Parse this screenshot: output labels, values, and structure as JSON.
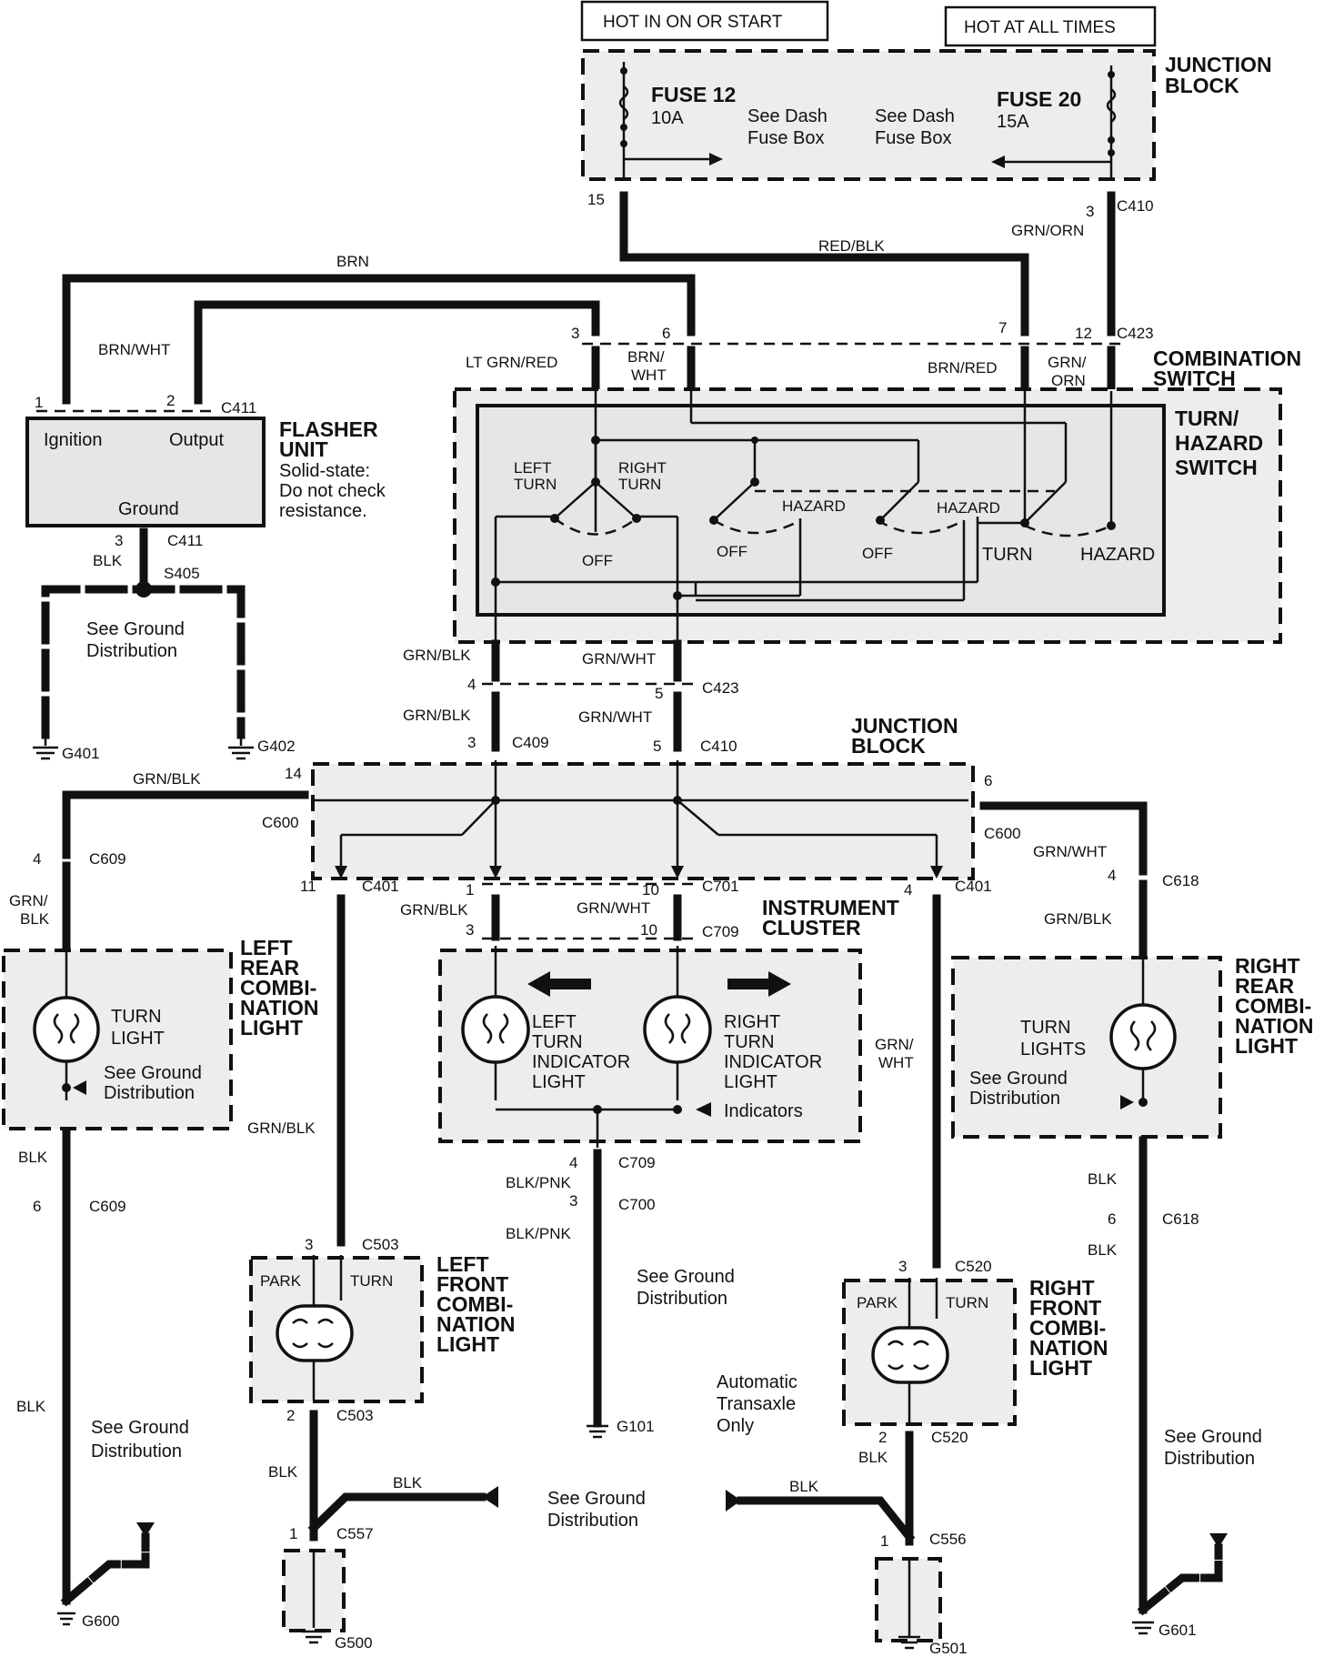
{
  "header": {
    "hot_in_on": "HOT IN ON OR START",
    "hot_all_times": "HOT AT ALL TIMES"
  },
  "junction_block_top": {
    "title_1": "JUNCTION",
    "title_2": "BLOCK",
    "fuse12_name": "FUSE 12",
    "fuse12_rating": "10A",
    "fuse20_name": "FUSE 20",
    "fuse20_rating": "15A",
    "see_dash_left_1": "See Dash",
    "see_dash_left_2": "Fuse Box",
    "see_dash_right_1": "See Dash",
    "see_dash_right_2": "Fuse Box"
  },
  "wires_top": {
    "pin15": "15",
    "pin3_c410": "3",
    "c410": "C410",
    "red_blk": "RED/BLK",
    "grn_orn": "GRN/ORN",
    "brn": "BRN",
    "brn_wht": "BRN/WHT",
    "pin3": "3",
    "pin6": "6",
    "pin7": "7",
    "pin12": "12",
    "c423_top": "C423",
    "lt_grn_red": "LT GRN/RED",
    "brn_wht_sw_1": "BRN/",
    "brn_wht_sw_2": "WHT",
    "brn_red": "BRN/RED",
    "grn_orn_sw_1": "GRN/",
    "grn_orn_sw_2": "ORN"
  },
  "combination_switch": {
    "title_1": "COMBINATION",
    "title_2": "SWITCH",
    "turn_hazard_1": "TURN/",
    "turn_hazard_2": "HAZARD",
    "turn_hazard_3": "SWITCH",
    "left_turn_1": "LEFT",
    "left_turn_2": "TURN",
    "right_turn_1": "RIGHT",
    "right_turn_2": "TURN",
    "hazard_a": "HAZARD",
    "hazard_b": "HAZARD",
    "off_a": "OFF",
    "off_b": "OFF",
    "off_c": "OFF",
    "turn": "TURN",
    "hazard": "HAZARD"
  },
  "flasher": {
    "title_1": "FLASHER",
    "title_2": "UNIT",
    "note_1": "Solid-state:",
    "note_2": "Do not check",
    "note_3": "resistance.",
    "ignition": "Ignition",
    "output": "Output",
    "ground": "Ground",
    "pin1": "1",
    "pin2": "2",
    "c411_top": "C411",
    "pin3": "3",
    "c411_bot": "C411",
    "blk": "BLK",
    "s405": "S405",
    "see_ground_1": "See Ground",
    "see_ground_2": "Distribution",
    "g401": "G401",
    "g402": "G402"
  },
  "mid_wires": {
    "grn_blk_a": "GRN/BLK",
    "grn_wht_a": "GRN/WHT",
    "pin4": "4",
    "pin5": "5",
    "c423": "C423",
    "grn_blk_b": "GRN/BLK",
    "grn_wht_b": "GRN/WHT",
    "pin3_c409": "3",
    "c409": "C409",
    "pin5_c410": "5",
    "c410": "C410"
  },
  "junction_block_mid": {
    "title_1": "JUNCTION",
    "title_2": "BLOCK",
    "pin14": "14",
    "c600_left": "C600",
    "grn_blk_left": "GRN/BLK",
    "pin6": "6",
    "c600_right": "C600",
    "grn_wht_right": "GRN/WHT",
    "pin11": "11",
    "c401_left": "C401",
    "pin1": "1",
    "pin10": "10",
    "c701": "C701",
    "pin4_c401": "4",
    "c401_right": "C401"
  },
  "left_rear": {
    "pin4": "4",
    "c609_top": "C609",
    "grn_blk_1": "GRN/",
    "grn_blk_2": "BLK",
    "title_1": "LEFT",
    "title_2": "REAR",
    "title_3": "COMBI-",
    "title_4": "NATION",
    "title_5": "LIGHT",
    "turn_1": "TURN",
    "turn_2": "LIGHT",
    "see_ground_1": "See Ground",
    "see_ground_2": "Distribution",
    "blk": "BLK",
    "pin6": "6",
    "c609_bot": "C609",
    "blk_low": "BLK",
    "see_ground_low_1": "See Ground",
    "see_ground_low_2": "Distribution",
    "g600": "G600"
  },
  "instrument_cluster": {
    "grn_blk": "GRN/BLK",
    "grn_wht": "GRN/WHT",
    "pin3": "3",
    "pin10": "10",
    "c709": "C709",
    "title_1": "INSTRUMENT",
    "title_2": "CLUSTER",
    "left_1": "LEFT",
    "left_2": "TURN",
    "left_3": "INDICATOR",
    "left_4": "LIGHT",
    "right_1": "RIGHT",
    "right_2": "TURN",
    "right_3": "INDICATOR",
    "right_4": "LIGHT",
    "indicators": "Indicators",
    "pin4": "4",
    "c709_bot": "C709",
    "blk_pnk_a": "BLK/PNK",
    "pin3_c700": "3",
    "c700": "C700",
    "blk_pnk_b": "BLK/PNK",
    "see_ground_1": "See Ground",
    "see_ground_2": "Distribution",
    "g101": "G101"
  },
  "left_front": {
    "grn_blk": "GRN/BLK",
    "pin3": "3",
    "c503_top": "C503",
    "park": "PARK",
    "turn": "TURN",
    "title_1": "LEFT",
    "title_2": "FRONT",
    "title_3": "COMBI-",
    "title_4": "NATION",
    "title_5": "LIGHT",
    "pin2": "2",
    "c503_bot": "C503",
    "blk_a": "BLK",
    "blk_b": "BLK",
    "pin1": "1",
    "c557": "C557",
    "g500": "G500"
  },
  "center_bottom": {
    "see_ground_1": "See Ground",
    "see_ground_2": "Distribution",
    "auto_1": "Automatic",
    "auto_2": "Transaxle",
    "auto_3": "Only"
  },
  "right_front": {
    "grn_wht_1": "GRN/",
    "grn_wht_2": "WHT",
    "pin3": "3",
    "c520_top": "C520",
    "park": "PARK",
    "turn": "TURN",
    "title_1": "RIGHT",
    "title_2": "FRONT",
    "title_3": "COMBI-",
    "title_4": "NATION",
    "title_5": "LIGHT",
    "pin2": "2",
    "c520_bot": "C520",
    "blk_a": "BLK",
    "blk_b": "BLK",
    "pin1": "1",
    "c556": "C556",
    "g501": "G501"
  },
  "right_rear": {
    "pin4": "4",
    "c618_top": "C618",
    "grn_blk": "GRN/BLK",
    "title_1": "RIGHT",
    "title_2": "REAR",
    "title_3": "COMBI-",
    "title_4": "NATION",
    "title_5": "LIGHT",
    "turn_1": "TURN",
    "turn_2": "LIGHTS",
    "see_ground_1": "See Ground",
    "see_ground_2": "Distribution",
    "blk": "BLK",
    "pin6": "6",
    "c618_bot": "C618",
    "blk_low": "BLK",
    "see_ground_low_1": "See Ground",
    "see_ground_low_2": "Distribution",
    "g601": "G601"
  }
}
